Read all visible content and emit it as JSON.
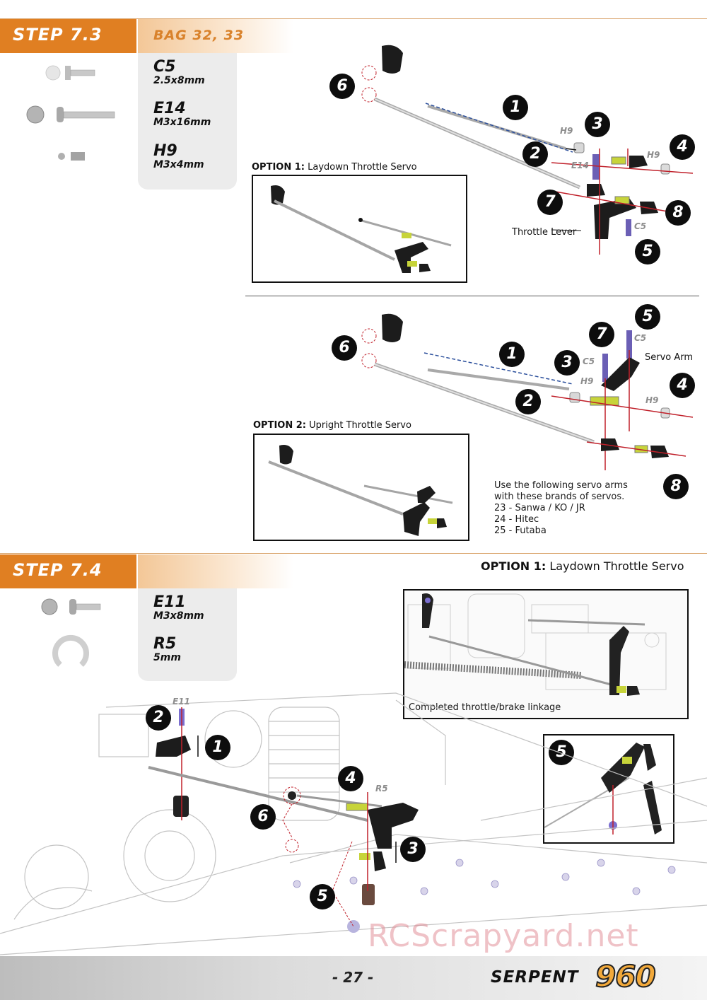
{
  "step73": {
    "title": "STEP 7.3",
    "bag": "BAG 32, 33",
    "parts": [
      {
        "code": "C5",
        "size": "2.5x8mm"
      },
      {
        "code": "E14",
        "size": "M3x16mm"
      },
      {
        "code": "H9",
        "size": "M3x4mm"
      }
    ],
    "option1": {
      "heading_bold": "OPTION 1:",
      "heading_rest": " Laydown Throttle Servo",
      "callouts": [
        "6",
        "1",
        "3",
        "2",
        "4",
        "7",
        "8",
        "5"
      ],
      "part_labels": [
        "H9",
        "E14",
        "H9",
        "C5"
      ],
      "throttle_lever": "Throttle Lever"
    },
    "option2": {
      "heading_bold": "OPTION 2:",
      "heading_rest": " Upright Throttle Servo",
      "callouts": [
        "6",
        "1",
        "3",
        "2",
        "7",
        "5",
        "4",
        "8"
      ],
      "part_labels": [
        "C5",
        "H9",
        "C5",
        "H9"
      ],
      "servo_arm": "Servo Arm",
      "note_lines": [
        "Use the following servo arms",
        "with these brands of servos.",
        "23 - Sanwa / KO / JR",
        "24 - Hitec",
        "25 - Futaba"
      ]
    }
  },
  "step74": {
    "title": "STEP 7.4",
    "parts": [
      {
        "code": "E11",
        "size": "M3x8mm"
      },
      {
        "code": "R5",
        "size": "5mm"
      }
    ],
    "option_heading_bold": "OPTION 1:",
    "option_heading_rest": " Laydown Throttle Servo",
    "inset_caption": "Completed throttle/brake linkage",
    "detail_callout": "5",
    "callouts": [
      "2",
      "1",
      "4",
      "6",
      "3",
      "5"
    ],
    "part_labels": [
      "E11",
      "R5"
    ]
  },
  "footer": {
    "page": "- 27 -",
    "brand": "SERPENT",
    "model": "960"
  },
  "watermark": "RCScrapyard.net",
  "colors": {
    "accent": "#e07f22",
    "accent_light": "#f3c797",
    "link_red": "#c0202a"
  }
}
